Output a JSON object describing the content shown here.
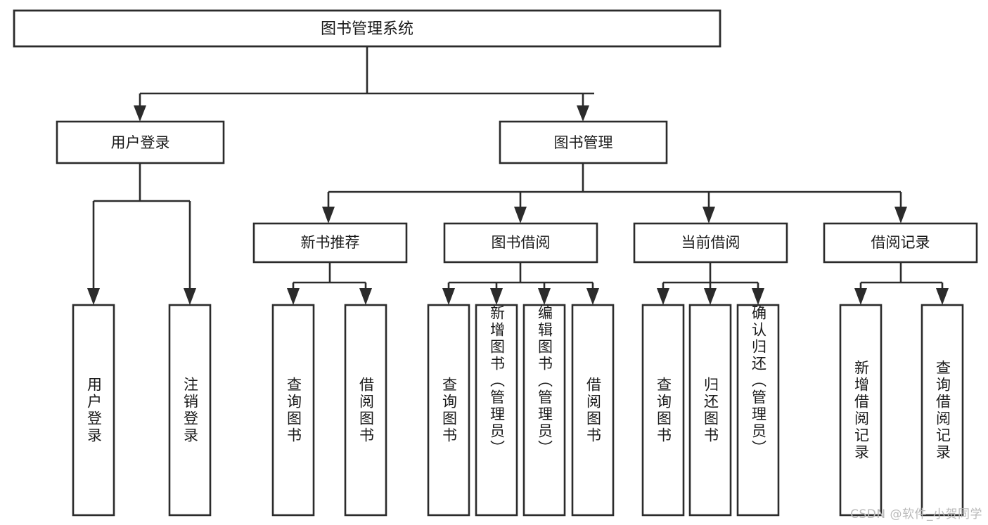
{
  "diagram": {
    "title": "图书管理系统",
    "type": "tree-hierarchy",
    "levels": 4,
    "colors": {
      "box_stroke": "#2b2b2b",
      "box_fill": "#ffffff",
      "text": "#1a1a1a",
      "connector": "#2b2b2b",
      "background": "#ffffff",
      "watermark": "#b9b9b9"
    },
    "root": {
      "label": "图书管理系统"
    },
    "level2": [
      {
        "label": "用户登录"
      },
      {
        "label": "图书管理"
      }
    ],
    "level3": [
      {
        "label": "新书推荐"
      },
      {
        "label": "图书借阅"
      },
      {
        "label": "当前借阅"
      },
      {
        "label": "借阅记录"
      }
    ],
    "leaves": {
      "user_login": [
        {
          "label": "用户登录"
        },
        {
          "label": "注销登录"
        }
      ],
      "new_book_recommend": [
        {
          "label": "查询图书"
        },
        {
          "label": "借阅图书"
        }
      ],
      "book_borrow": [
        {
          "label": "查询图书"
        },
        {
          "label": "新增图书（管理员）"
        },
        {
          "label": "编辑图书（管理员）"
        },
        {
          "label": "借阅图书"
        }
      ],
      "current_borrow": [
        {
          "label": "查询图书"
        },
        {
          "label": "归还图书"
        },
        {
          "label": "确认归还（管理员）"
        }
      ],
      "borrow_record": [
        {
          "label": "新增借阅记录"
        },
        {
          "label": "查询借阅记录"
        }
      ]
    }
  },
  "watermark": {
    "text": "CSDN @软件_小贺同学"
  }
}
